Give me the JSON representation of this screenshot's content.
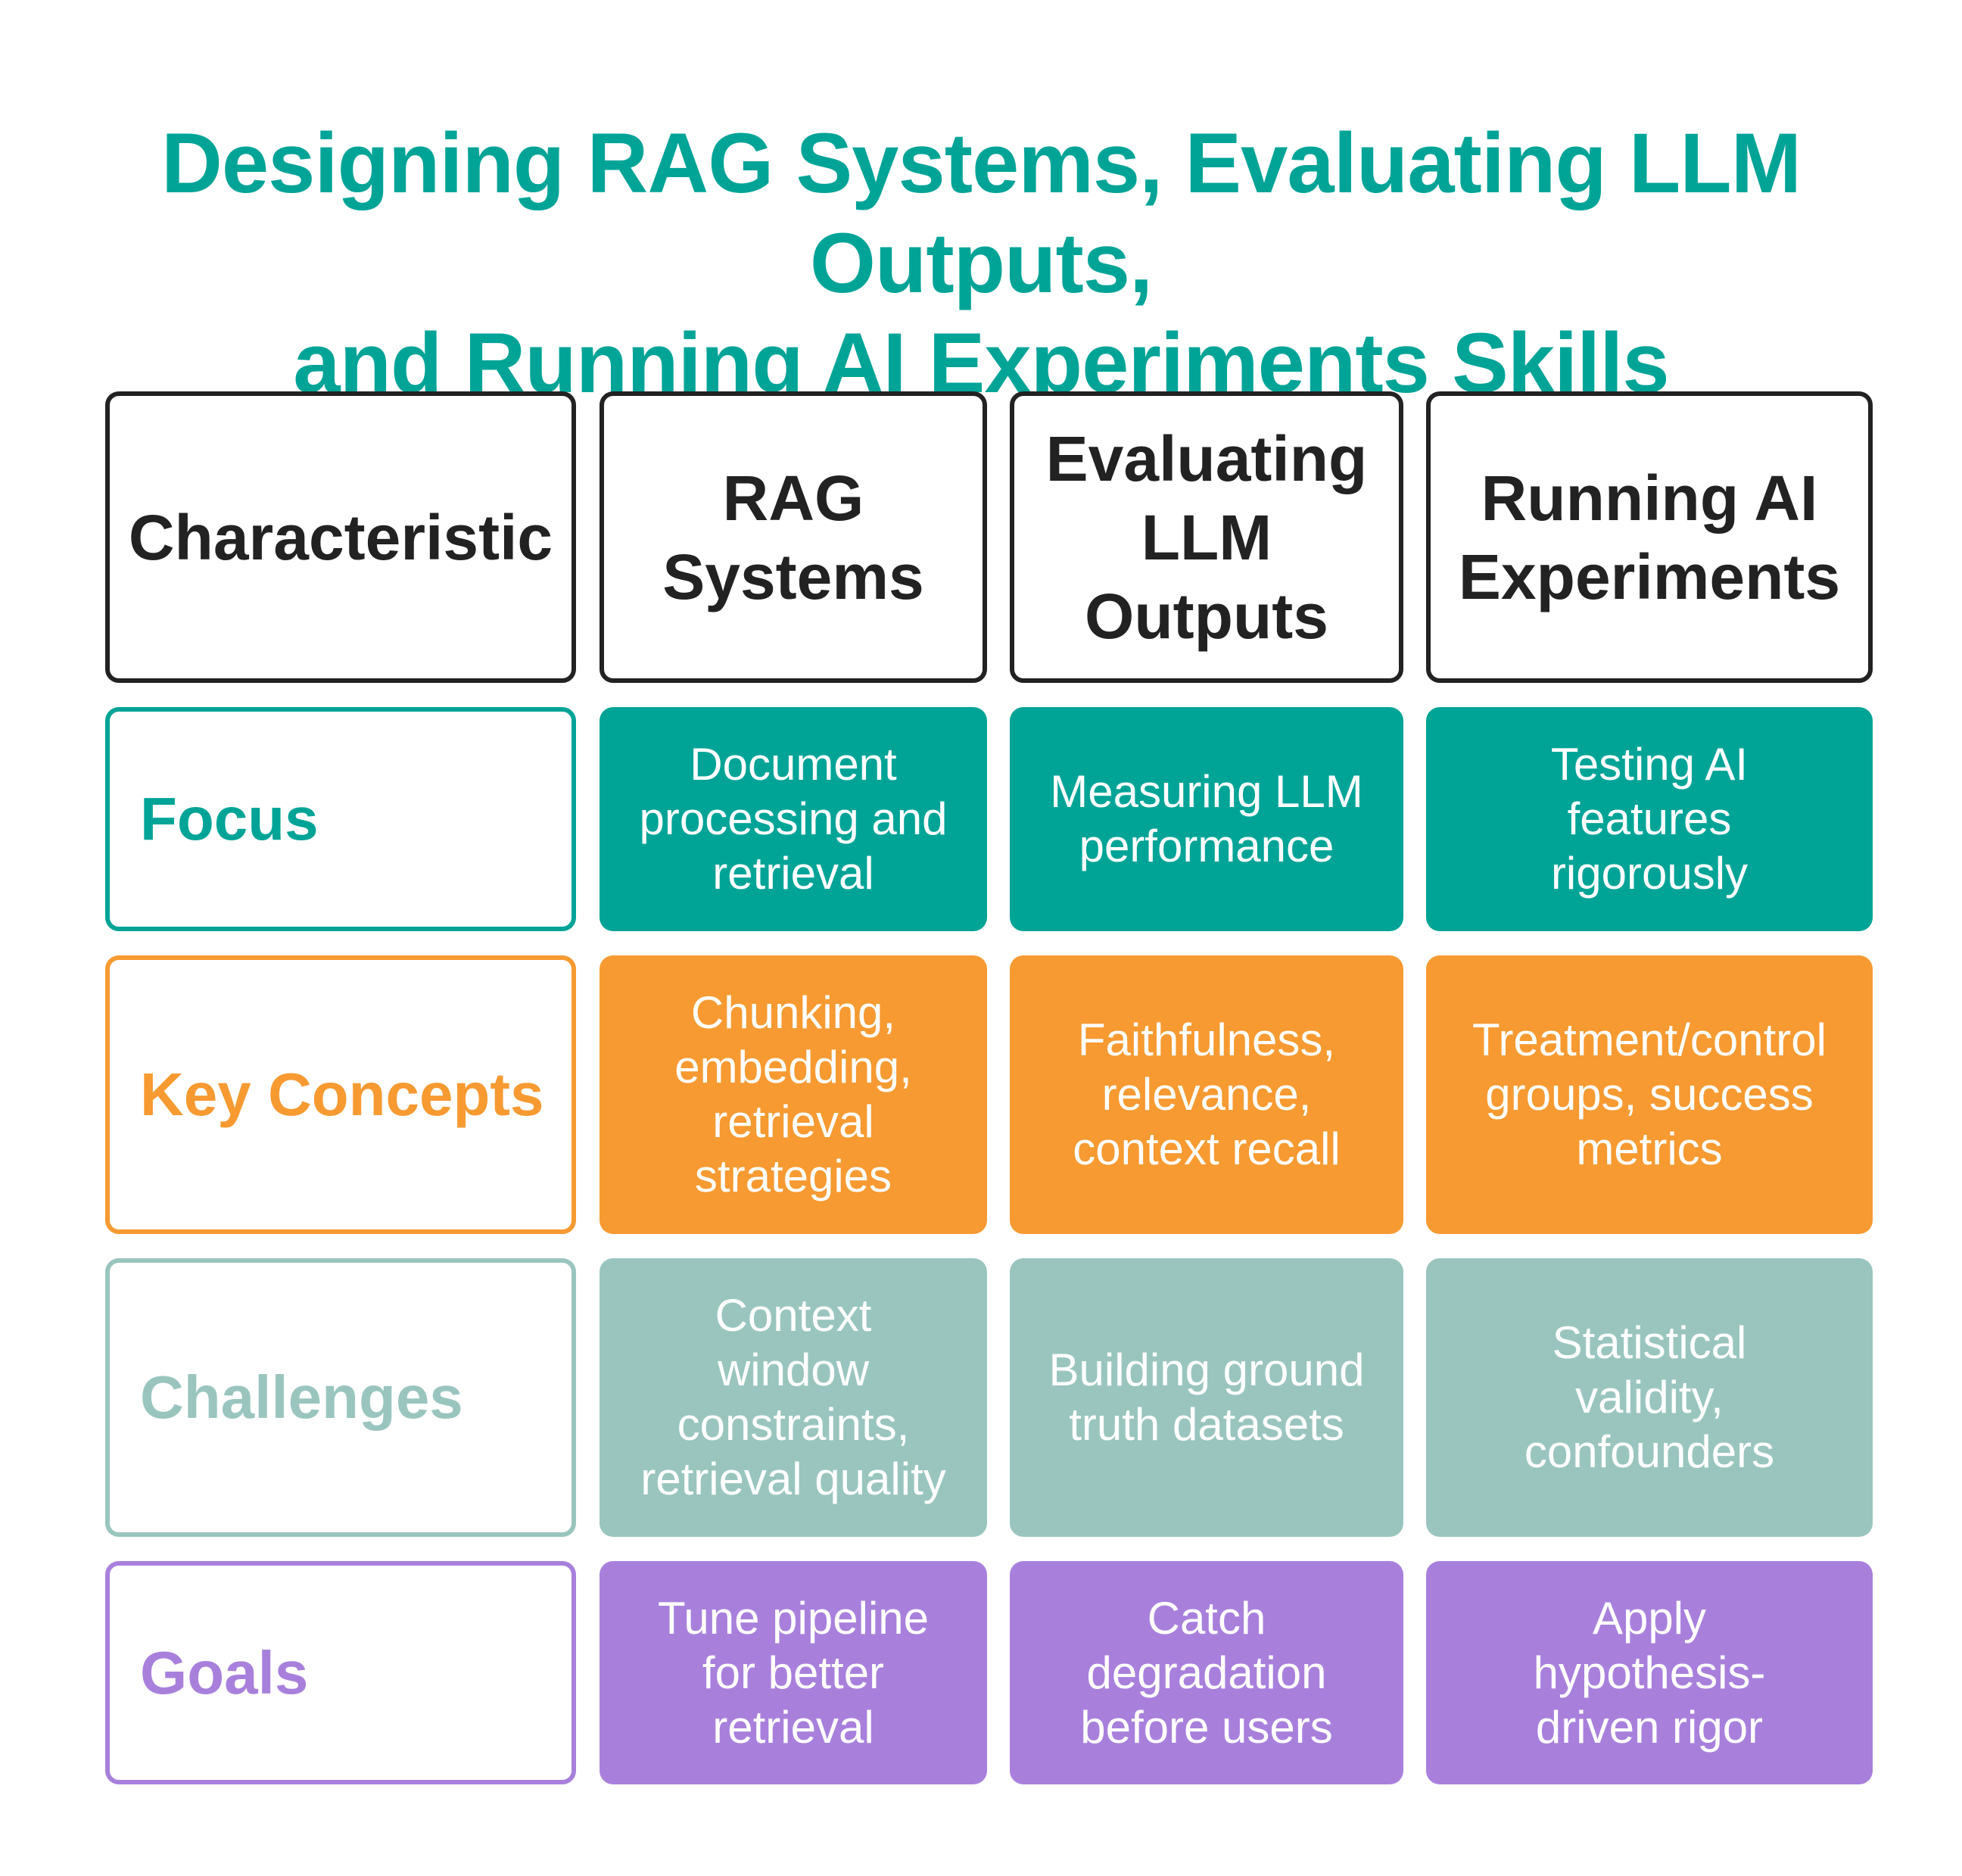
{
  "title": {
    "line1": "Designing RAG Systems, Evaluating LLM Outputs,",
    "line2": "and Running AI Experiments Skills"
  },
  "table": {
    "headers": [
      "Characteristic",
      "RAG\nSystems",
      "Evaluating\nLLM\nOutputs",
      "Running AI\nExperiments"
    ],
    "rows": [
      {
        "label": "Focus",
        "cells": [
          "Document\nprocessing and\nretrieval",
          "Measuring LLM\nperformance",
          "Testing AI\nfeatures\nrigorously"
        ]
      },
      {
        "label": "Key Concepts",
        "cells": [
          "Chunking,\nembedding,\nretrieval\nstrategies",
          "Faithfulness,\nrelevance,\ncontext recall",
          "Treatment/control\ngroups, success\nmetrics"
        ]
      },
      {
        "label": "Challenges",
        "cells": [
          "Context\nwindow\nconstraints,\nretrieval quality",
          "Building ground\ntruth datasets",
          "Statistical\nvalidity,\nconfounders"
        ]
      },
      {
        "label": "Goals",
        "cells": [
          "Tune pipeline\nfor better\nretrieval",
          "Catch\ndegradation\nbefore users",
          "Apply\nhypothesis-\ndriven rigor"
        ]
      }
    ]
  },
  "colors": {
    "title": "#00a497",
    "header_border": "#222222",
    "focus": "#00a497",
    "key_concepts": "#f69a31",
    "challenges": "#9ac5bf",
    "goals": "#a880dc"
  }
}
